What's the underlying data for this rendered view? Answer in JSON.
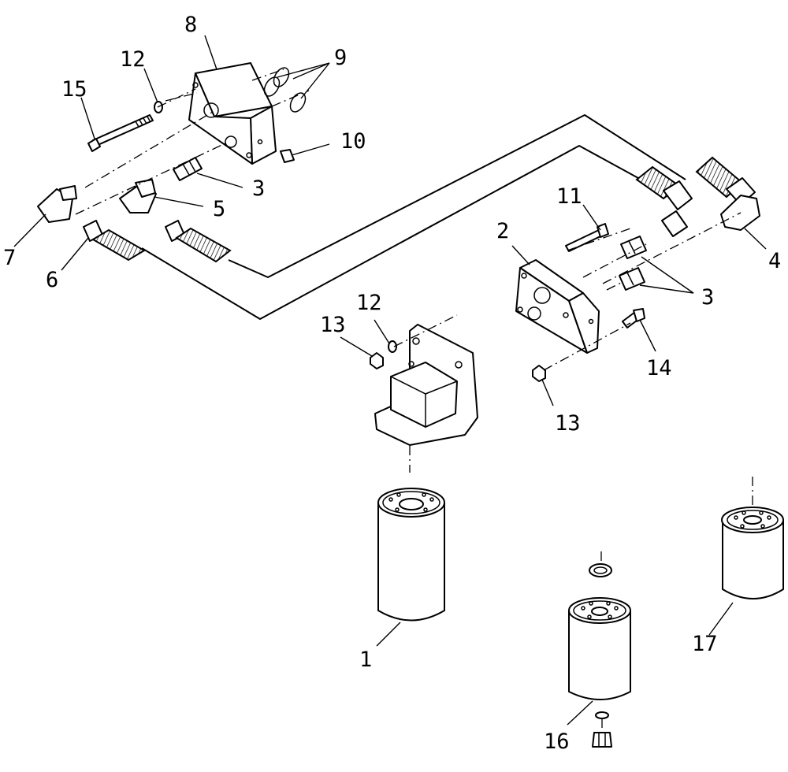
{
  "callouts": {
    "c1": "1",
    "c2": "2",
    "c3a": "3",
    "c3b": "3",
    "c4": "4",
    "c5": "5",
    "c6": "6",
    "c7": "7",
    "c8": "8",
    "c9": "9",
    "c10": "10",
    "c11": "11",
    "c12a": "12",
    "c12b": "12",
    "c13a": "13",
    "c13b": "13",
    "c14": "14",
    "c15": "15",
    "c16": "16",
    "c17": "17"
  }
}
